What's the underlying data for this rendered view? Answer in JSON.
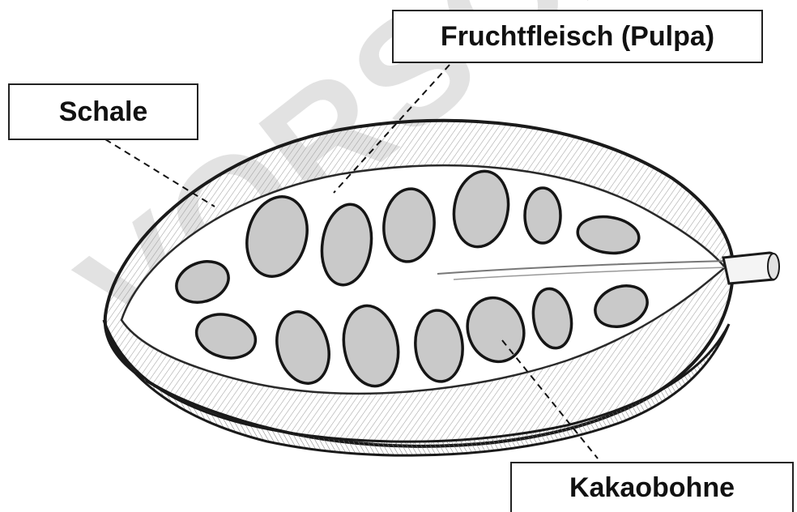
{
  "watermark": "VORSCHAU",
  "labels": {
    "schale": "Schale",
    "fruchtfleisch": "Fruchtfleisch (Pulpa)",
    "kakaobohne": "Kakaobohne"
  }
}
